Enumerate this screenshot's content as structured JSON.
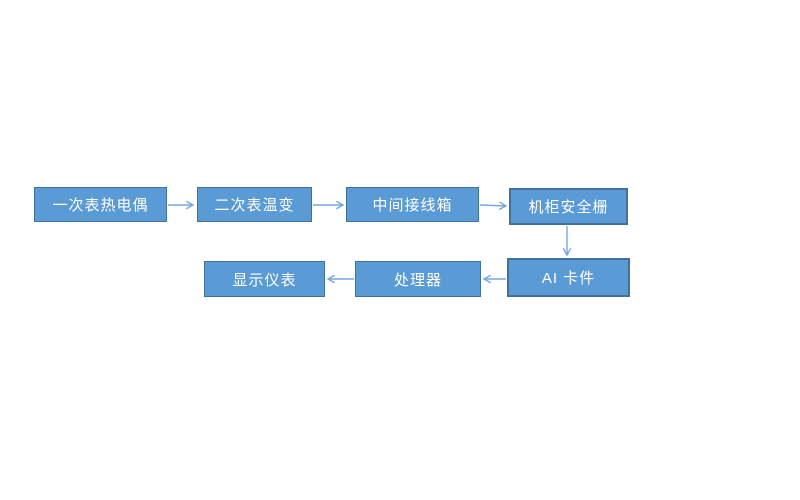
{
  "diagram": {
    "type": "flowchart",
    "background": "#FFFFFF",
    "nodes": [
      {
        "id": "primary-thermocouple",
        "label": "一次表热电偶"
      },
      {
        "id": "secondary-temp-transmitter",
        "label": "二次表温变"
      },
      {
        "id": "intermediate-junction-box",
        "label": "中间接线箱"
      },
      {
        "id": "cabinet-safety-barrier",
        "label": "机柜安全栅"
      },
      {
        "id": "ai-card",
        "label": "AI 卡件"
      },
      {
        "id": "processor",
        "label": "处理器"
      },
      {
        "id": "display-instrument",
        "label": "显示仪表"
      }
    ],
    "edges": [
      {
        "from": "一次表热电偶",
        "to": "二次表温变",
        "direction": "right"
      },
      {
        "from": "二次表温变",
        "to": "中间接线箱",
        "direction": "right"
      },
      {
        "from": "中间接线箱",
        "to": "机柜安全栅",
        "direction": "right"
      },
      {
        "from": "机柜安全栅",
        "to": "AI 卡件",
        "direction": "down"
      },
      {
        "from": "AI 卡件",
        "to": "处理器",
        "direction": "left"
      },
      {
        "from": "处理器",
        "to": "显示仪表",
        "direction": "left"
      }
    ],
    "colors": {
      "node_fill": "#5B9BD5",
      "node_border": "#41719C",
      "arrow": "#74A9DE",
      "text": "#FFFFFF",
      "background": "#FFFFFF"
    }
  }
}
